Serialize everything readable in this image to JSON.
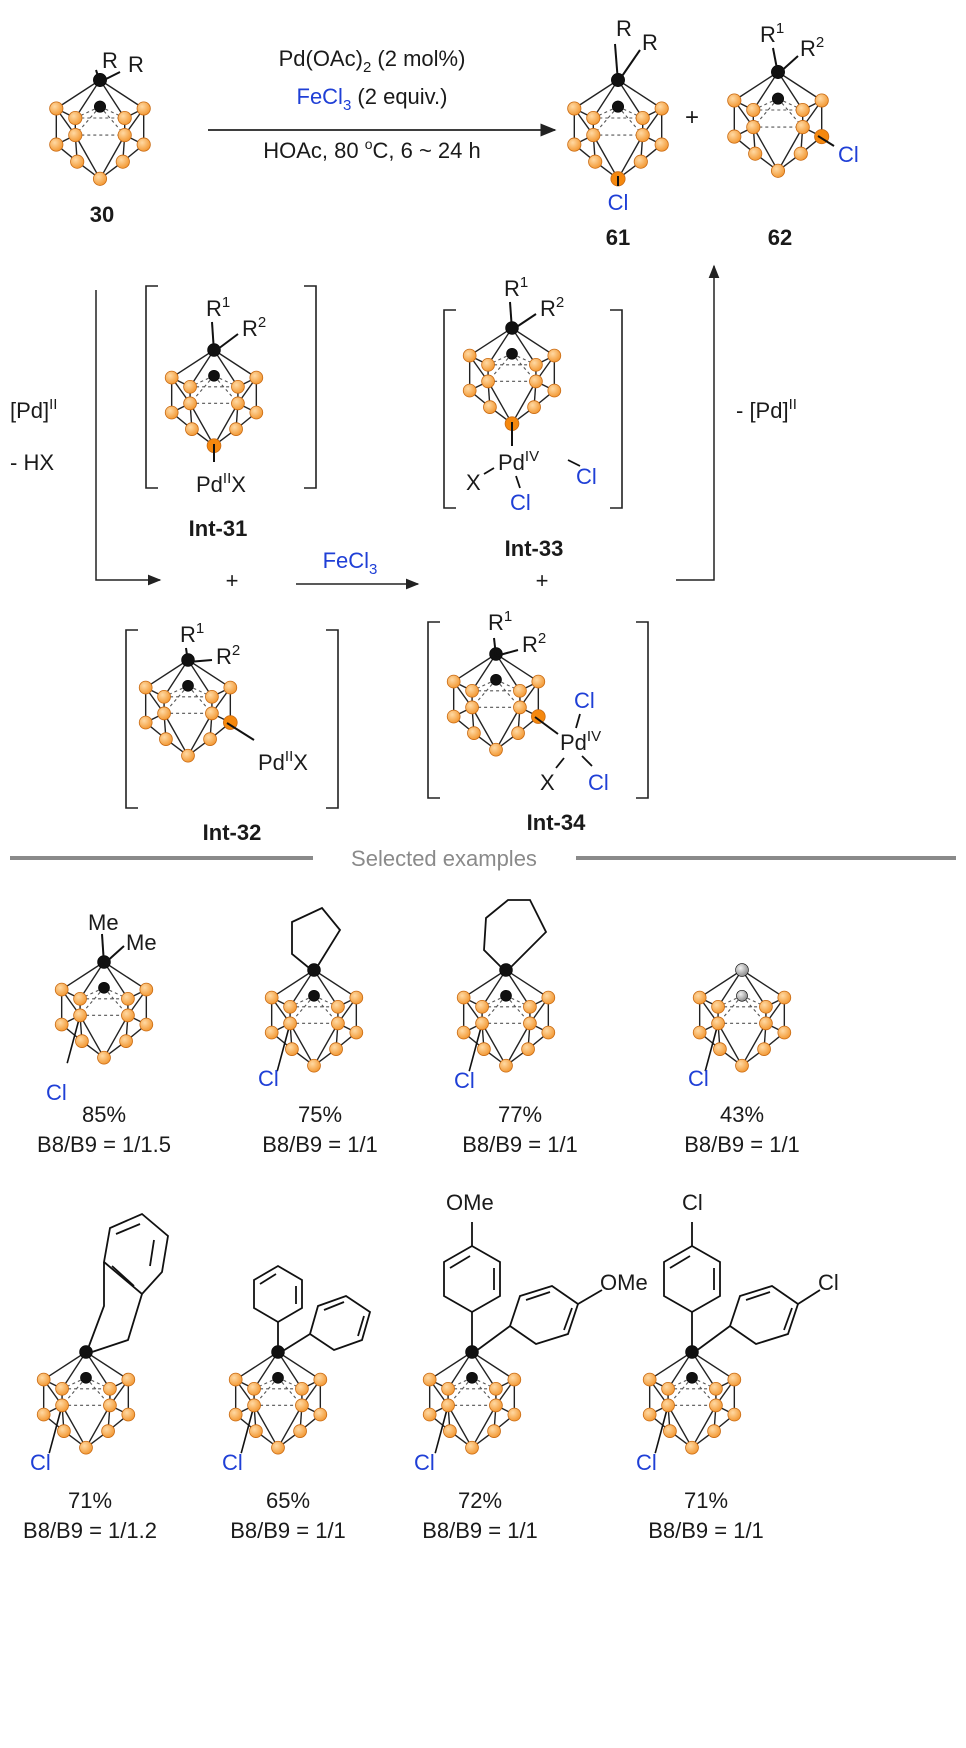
{
  "reaction": {
    "reagent_line1": "Pd(OAc)",
    "reagent_line1_sub": "2",
    "reagent_line1_tail": " (2 mol%)",
    "reagent_line2": "FeCl",
    "reagent_line2_sub": "3",
    "reagent_line2_tail": " (2 equiv.)",
    "conditions_a": "HOAc, 80 ",
    "conditions_sup": "o",
    "conditions_b": "C, 6 ~ 24 h",
    "plus": "+"
  },
  "compounds": {
    "start": {
      "label": "30",
      "sub1": "R",
      "sub2": "R"
    },
    "product61": {
      "label": "61",
      "sub1": "R",
      "sub2": "R",
      "halogen": "Cl"
    },
    "product62": {
      "label": "62",
      "sub1": "R",
      "sub1_sup": "1",
      "sub2": "R",
      "sub2_sup": "2",
      "halogen": "Cl"
    }
  },
  "mechanism": {
    "left_a": "[Pd]",
    "left_a_sup": "II",
    "left_b": "- HX",
    "right_a": "- [Pd]",
    "right_a_sup": "II",
    "middle": "FeCl",
    "middle_sub": "3",
    "plus": "+",
    "r1": "R",
    "r1_sup": "1",
    "r2": "R",
    "r2_sup": "2",
    "int31": {
      "label": "Int-31",
      "pd": "Pd",
      "pd_sup": "II",
      "x": "X"
    },
    "int32": {
      "label": "Int-32",
      "pd": "Pd",
      "pd_sup": "II",
      "x": "X"
    },
    "int33": {
      "label": "Int-33",
      "pd": "Pd",
      "pd_sup": "IV",
      "x": "X",
      "cl": "Cl"
    },
    "int34": {
      "label": "Int-34",
      "pd": "Pd",
      "pd_sup": "IV",
      "x": "X",
      "cl": "Cl"
    }
  },
  "examples": {
    "header": "Selected examples",
    "cl": "Cl",
    "me": "Me",
    "ome": "OMe",
    "items": [
      {
        "yield": "85%",
        "ratio": "B8/B9 = 1/1.5"
      },
      {
        "yield": "75%",
        "ratio": "B8/B9 = 1/1"
      },
      {
        "yield": "77%",
        "ratio": "B8/B9 = 1/1"
      },
      {
        "yield": "43%",
        "ratio": "B8/B9 = 1/1"
      },
      {
        "yield": "71%",
        "ratio": "B8/B9 = 1/1.2"
      },
      {
        "yield": "65%",
        "ratio": "B8/B9 = 1/1"
      },
      {
        "yield": "72%",
        "ratio": "B8/B9 = 1/1"
      },
      {
        "yield": "71%",
        "ratio": "B8/B9 = 1/1"
      }
    ]
  },
  "colors": {
    "boron": "#f7a245",
    "boron_stroke": "#c96a12",
    "activated_boron": "#f5880e",
    "carbon": "#111111",
    "hydrogen": "#9a9a9a",
    "text": "#1a1a1a",
    "accent_text": "#1f3fd6",
    "divider": "#8a8a8a"
  }
}
